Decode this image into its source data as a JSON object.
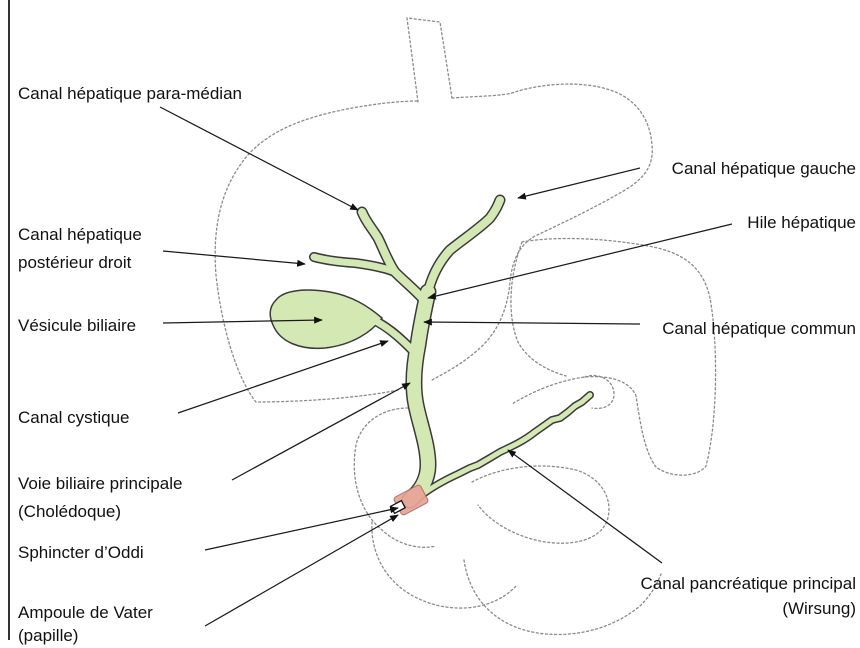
{
  "labels": {
    "para_median": "Canal hépatique para-médian",
    "posterieur_droit_line1": "Canal hépatique",
    "posterieur_droit_line2": "postérieur droit",
    "vesicule": "Vésicule biliaire",
    "cystique": "Canal cystique",
    "vbp_line1": "Voie biliaire principale",
    "vbp_line2": "(Cholédoque)",
    "oddi": "Sphincter d’Oddi",
    "ampoule_line1": "Ampoule de Vater",
    "ampoule_line2": "(papille)",
    "hepatique_gauche": "Canal hépatique gauche",
    "hile": "Hile hépatique",
    "hepatique_commun": "Canal hépatique commun",
    "pancreatique_line1": "Canal pancréatique principal",
    "pancreatique_line2": "(Wirsung)"
  },
  "colors": {
    "duct_fill": "#d4e8b4",
    "duct_outline": "#3a3a3a",
    "sphincter": "#e6a496",
    "organ_outline": "#8a8a8a",
    "text": "#111111"
  }
}
